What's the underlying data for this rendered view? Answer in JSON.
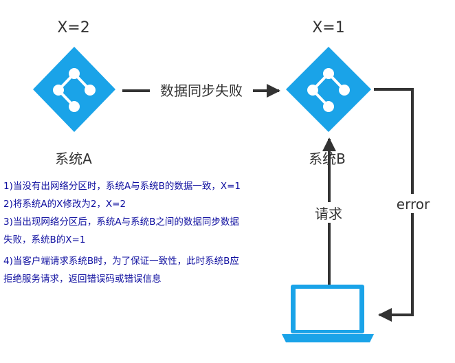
{
  "nodes": {
    "system_a": {
      "name": "系统A",
      "value_label": "X=2"
    },
    "system_b": {
      "name": "系统B",
      "value_label": "X=1"
    }
  },
  "edges": {
    "sync": {
      "label": "数据同步失败"
    },
    "request": {
      "label": "请求"
    },
    "error": {
      "label": "error"
    }
  },
  "notes": [
    "1)当没有出网络分区时，系统A与系统B的数据一致，X=1",
    "2)将系统A的X修改为2，X=2",
    "3)当出现网络分区后，系统A与系统B之间的数据同步数据",
    "失败，系统B的X=1",
    "4)当客户端请求系统B时，为了保证一致性，此时系统B应",
    "拒绝服务请求，返回错误码或错误信息"
  ],
  "colors": {
    "node_fill": "#1aa3e8",
    "laptop": "#1aa3e8",
    "arrow": "#333333",
    "note_text": "#1010a0"
  },
  "icons": {
    "node": "network-diamond-icon",
    "client": "laptop-icon"
  }
}
